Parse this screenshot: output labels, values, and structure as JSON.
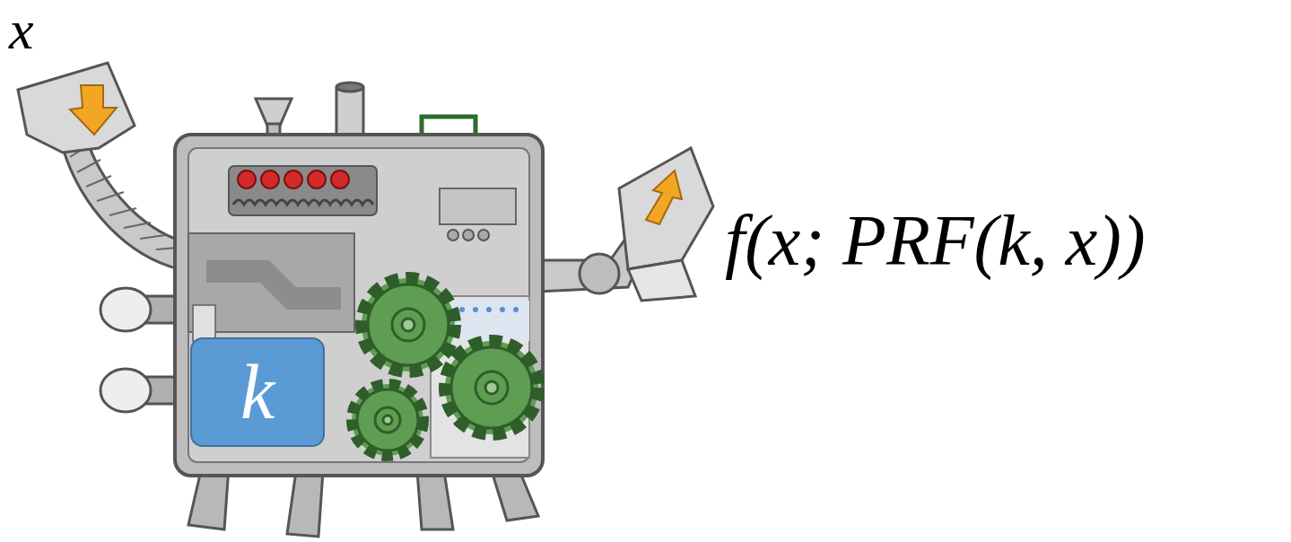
{
  "diagram": {
    "nodes": [
      {
        "text": [
          "k"
        ]
      }
    ],
    "labels": [
      "x",
      "f(x; PRF(k, x))"
    ]
  }
}
